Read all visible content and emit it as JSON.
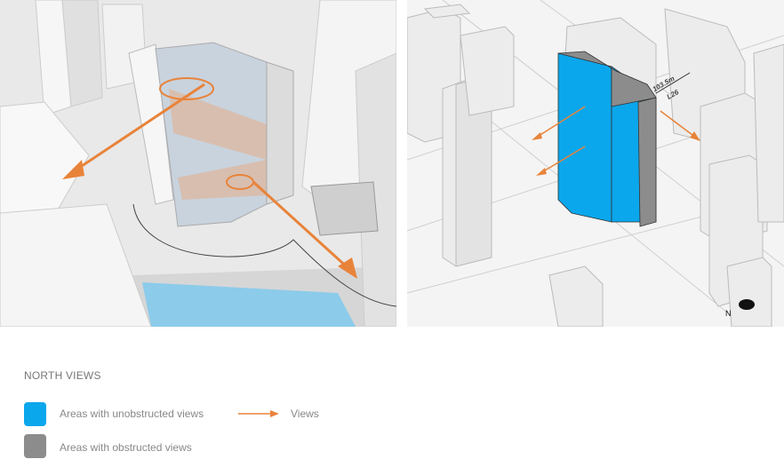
{
  "legend": {
    "title": "NORTH VIEWS",
    "items": [
      {
        "label": "Areas with unobstructed views",
        "color": "#0ba7ec"
      },
      {
        "label": "Areas with obstructed views",
        "color": "#8c8c8c"
      }
    ],
    "arrow_label": "Views",
    "arrow_color": "#e8833a"
  },
  "right_panel": {
    "height_label": "103.5m",
    "level_label": "L26"
  }
}
